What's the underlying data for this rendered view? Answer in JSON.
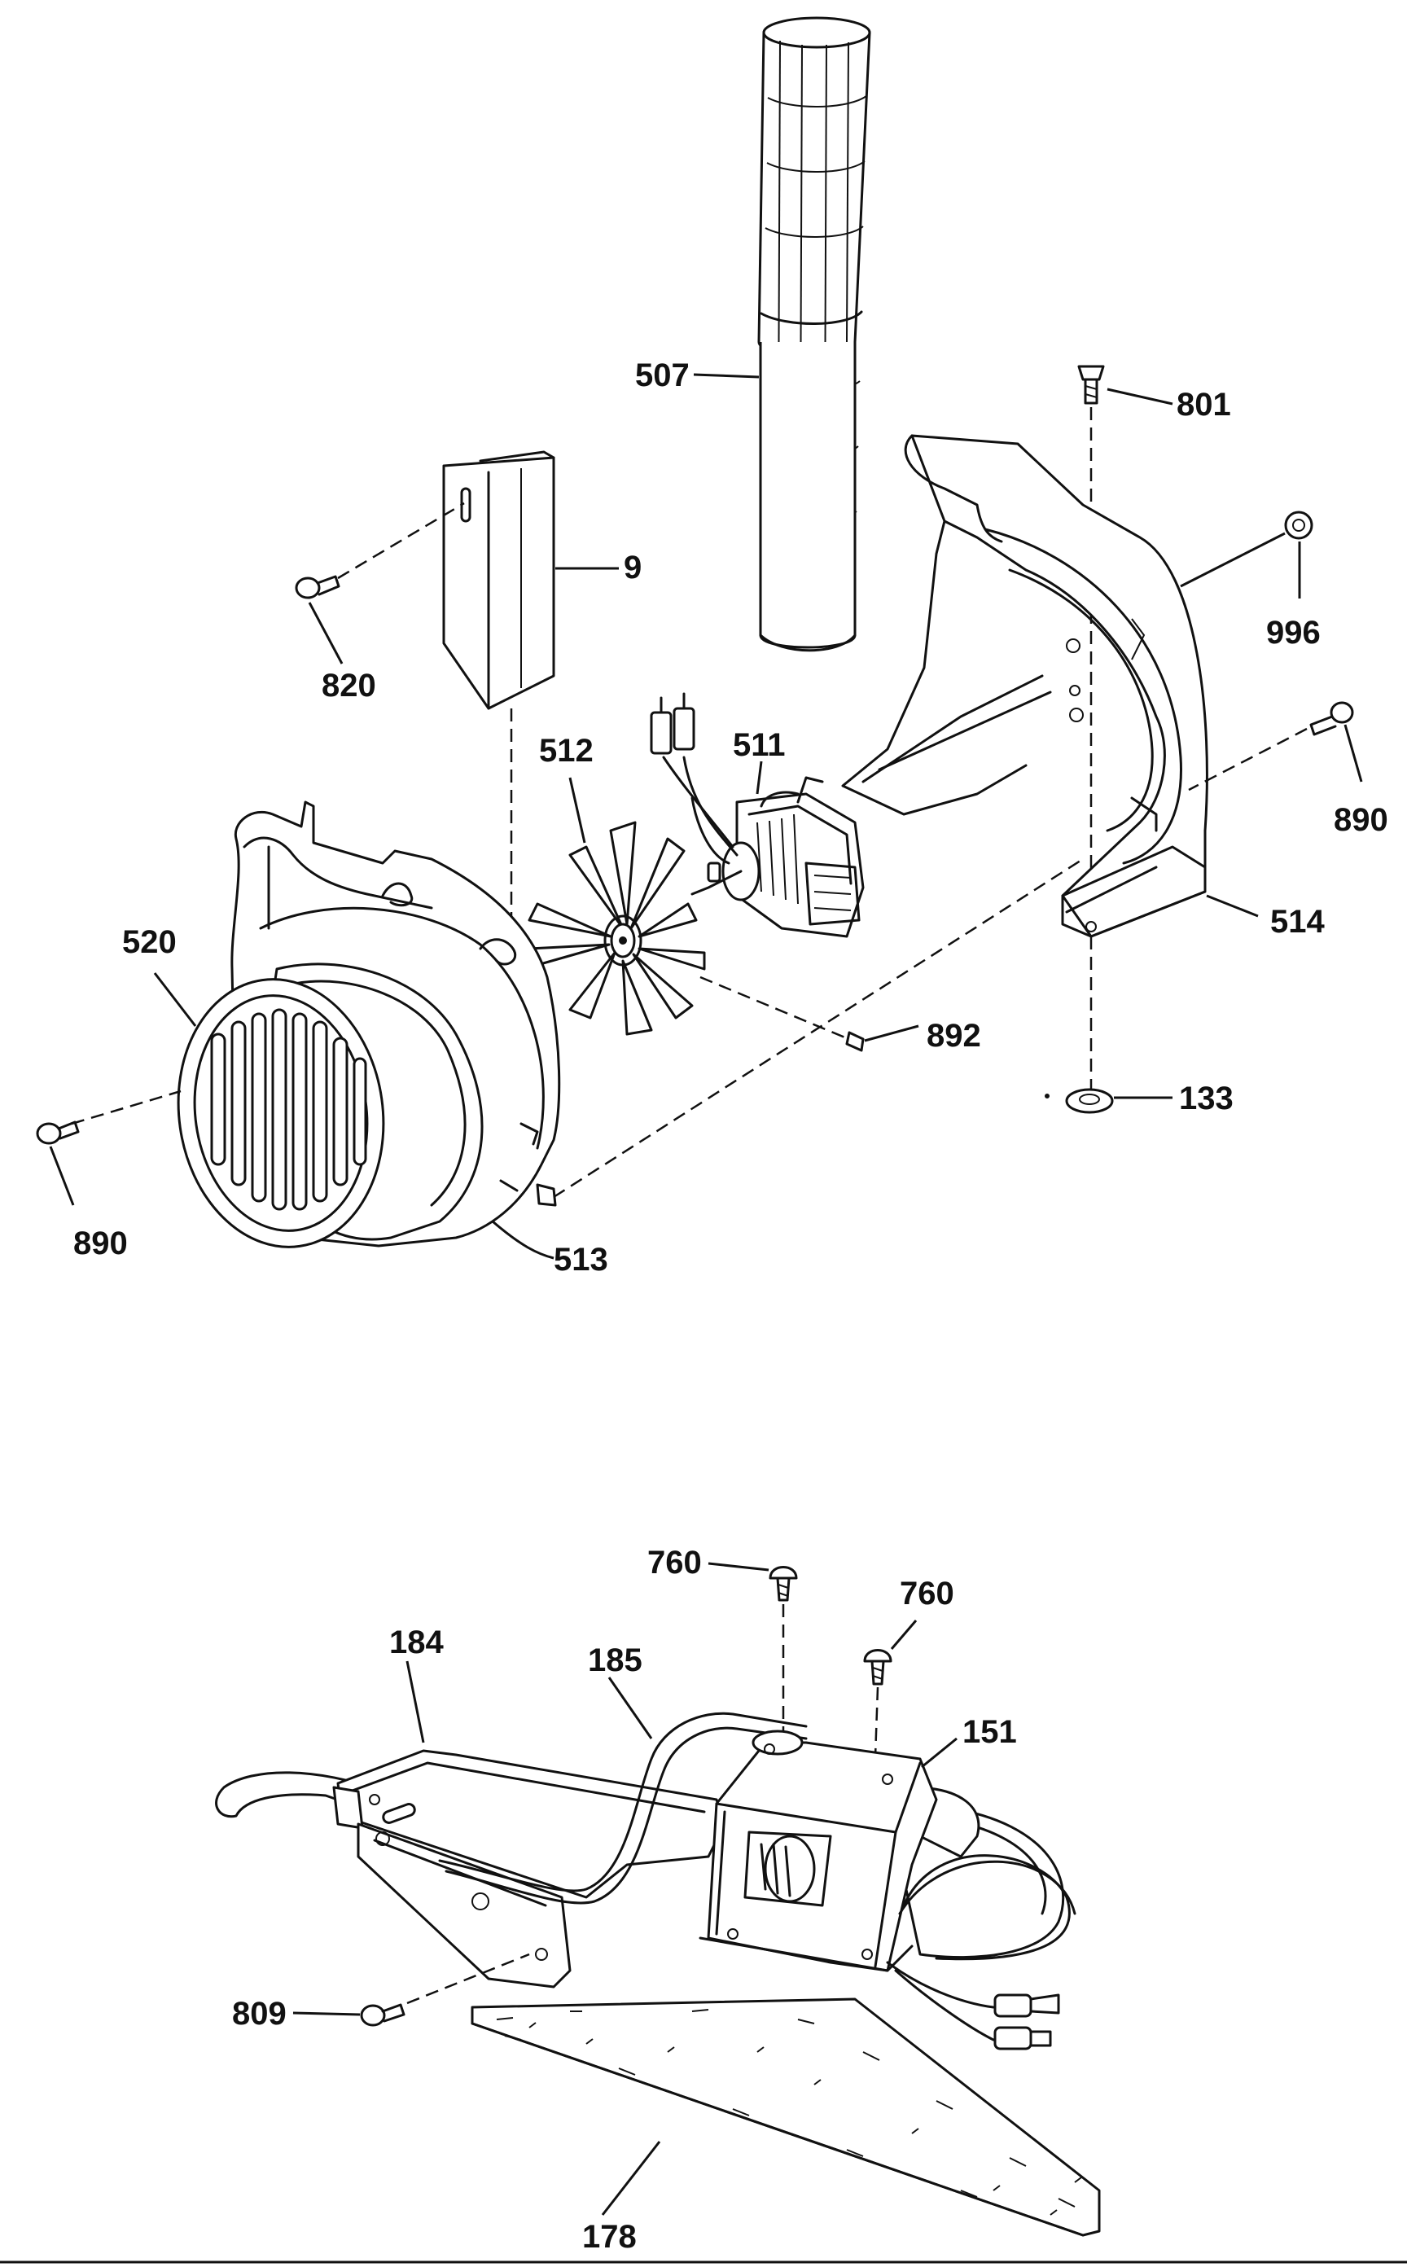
{
  "labels": {
    "p507": "507",
    "p801": "801",
    "p9": "9",
    "p820": "820",
    "p996": "996",
    "p511": "511",
    "p512": "512",
    "p890_right": "890",
    "p514": "514",
    "p520": "520",
    "p892": "892",
    "p133": "133",
    "p890_left": "890",
    "p513": "513",
    "p760_a": "760",
    "p760_b": "760",
    "p184": "184",
    "p185": "185",
    "p151": "151",
    "p809": "809",
    "p178": "178"
  }
}
